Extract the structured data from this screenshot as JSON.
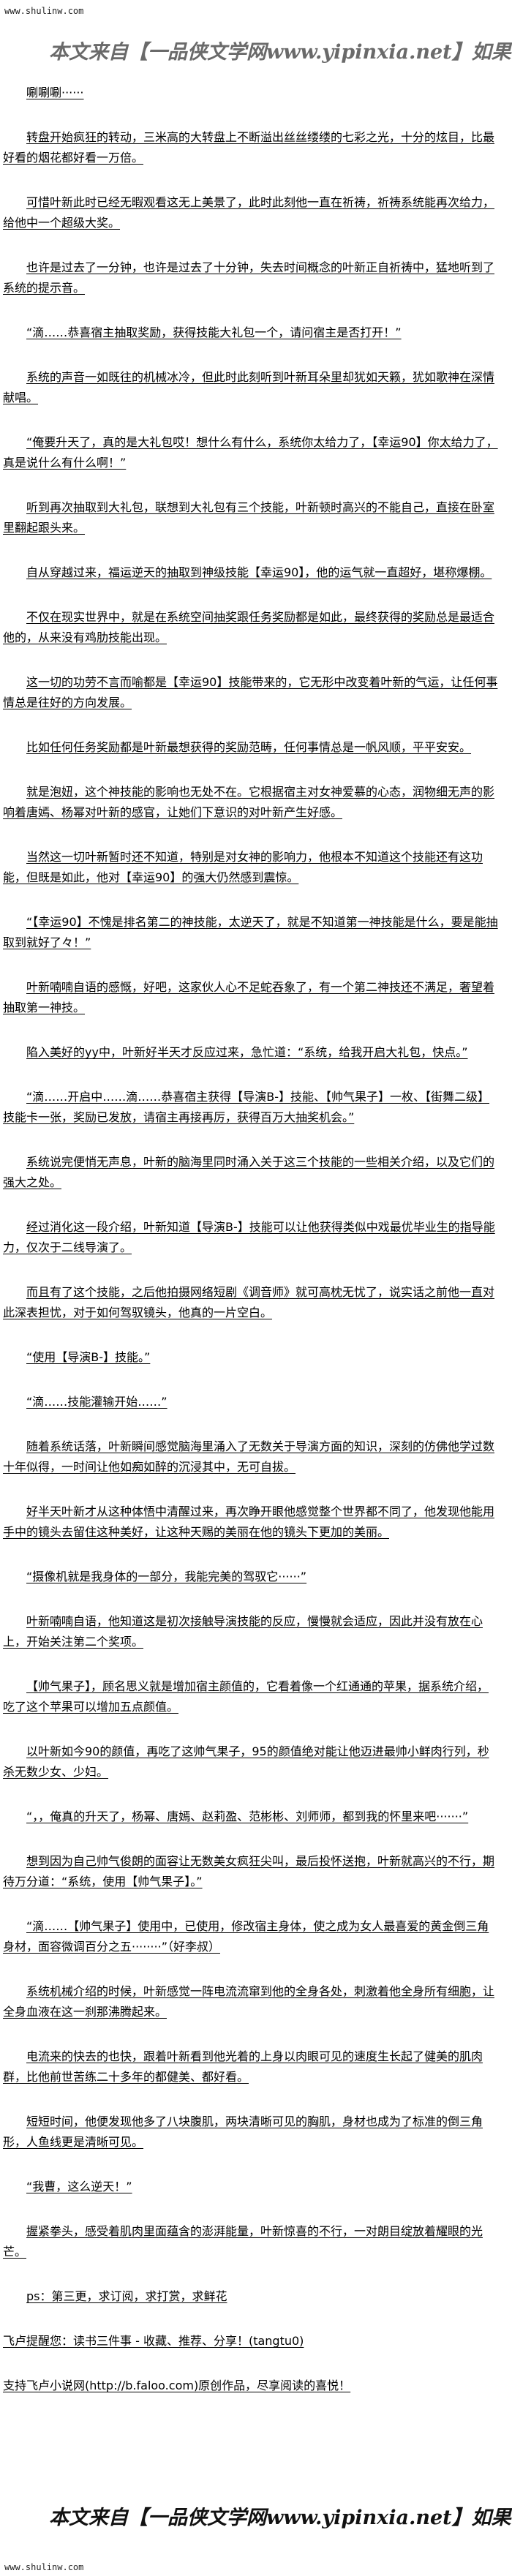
{
  "site": {
    "url": "www.shulinw.com"
  },
  "banner": {
    "text": "本文来自【一品侠文学网www.yipinxia.net】如果你想看完整版小说，请"
  },
  "paragraphs": [
    {
      "indent": true,
      "text": "唰唰唰······"
    },
    {
      "indent": true,
      "text": "转盘开始疯狂的转动，三米高的大转盘上不断溢出丝丝缕缕的七彩之光，十分的炫目，比最好看的烟花都好看一万倍。"
    },
    {
      "indent": true,
      "text": "可惜叶新此时已经无暇观看这无上美景了，此时此刻他一直在祈祷，祈祷系统能再次给力，给他中一个超级大奖。"
    },
    {
      "indent": true,
      "text": "也许是过去了一分钟，也许是过去了十分钟，失去时间概念的叶新正自祈祷中，猛地听到了系统的提示音。"
    },
    {
      "indent": true,
      "text": "“滴……恭喜宿主抽取奖励，获得技能大礼包一个，请问宿主是否打开！”"
    },
    {
      "indent": true,
      "text": "系统的声音一如既往的机械冰冷，但此时此刻听到叶新耳朵里却犹如天籁，犹如歌神在深情献唱。"
    },
    {
      "indent": true,
      "text": "“俺要升天了，真的是大礼包哎！想什么有什么，系统你太给力了，【幸运90】你太给力了，真是说什么有什么啊！”"
    },
    {
      "indent": true,
      "text": "听到再次抽取到大礼包，联想到大礼包有三个技能，叶新顿时高兴的不能自己，直接在卧室里翻起跟头来。"
    },
    {
      "indent": true,
      "text": "自从穿越过来，福运逆天的抽取到神级技能【幸运90】，他的运气就一直超好，堪称爆棚。"
    },
    {
      "indent": true,
      "text": "不仅在现实世界中，就是在系统空间抽奖跟任务奖励都是如此，最终获得的奖励总是最适合他的，从来没有鸡肋技能出现。"
    },
    {
      "indent": true,
      "text": "这一切的功劳不言而喻都是【幸运90】技能带来的，它无形中改变着叶新的气运，让任何事情总是往好的方向发展。"
    },
    {
      "indent": true,
      "text": "比如任何任务奖励都是叶新最想获得的奖励范畴，任何事情总是一帆风顺，平平安安。"
    },
    {
      "indent": true,
      "text": "就是泡妞，这个神技能的影响也无处不在。它根据宿主对女神爱慕的心态，润物细无声的影响着唐嫣、杨幂对叶新的感官，让她们下意识的对叶新产生好感。"
    },
    {
      "indent": true,
      "text": "当然这一切叶新暂时还不知道，特别是对女神的影响力，他根本不知道这个技能还有这功能，但既是如此，他对【幸运90】的强大仍然感到震惊。"
    },
    {
      "indent": true,
      "text": "“【幸运90】不愧是排名第二的神技能，太逆天了，就是不知道第一神技能是什么，要是能抽取到就好了々！”"
    },
    {
      "indent": true,
      "text": "叶新喃喃自语的感慨，好吧，这家伙人心不足蛇吞象了，有一个第二神技还不满足，奢望着抽取第一神技。"
    },
    {
      "indent": true,
      "text": "陷入美好的yy中，叶新好半天才反应过来，急忙道：“系统，给我开启大礼包，快点。”"
    },
    {
      "indent": true,
      "text": "“滴……开启中……滴……恭喜宿主获得【导演B-】技能、【帅气果子】一枚、【街舞二级】技能卡一张，奖励已发放，请宿主再接再厉，获得百万大抽奖机会。”"
    },
    {
      "indent": true,
      "text": "系统说完便悄无声息，叶新的脑海里同时涌入关于这三个技能的一些相关介绍，以及它们的强大之处。"
    },
    {
      "indent": true,
      "text": "经过消化这一段介绍，叶新知道【导演B-】技能可以让他获得类似中戏最优毕业生的指导能力，仅次于二线导演了。"
    },
    {
      "indent": true,
      "text": "而且有了这个技能，之后他拍摄网络短剧《调音师》就可高枕无忧了，说实话之前他一直对此深表担忧，对于如何驾驭镜头，他真的一片空白。"
    },
    {
      "indent": true,
      "text": "“使用【导演B-】技能。”"
    },
    {
      "indent": true,
      "text": "“滴……技能灌输开始……”"
    },
    {
      "indent": true,
      "text": "随着系统话落，叶新瞬间感觉脑海里涌入了无数关于导演方面的知识，深刻的仿佛他学过数十年似得，一时间让他如痴如醉的沉浸其中，无可自拔。"
    },
    {
      "indent": true,
      "text": "好半天叶新才从这种体悟中清醒过来，再次睁开眼他感觉整个世界都不同了，他发现他能用手中的镜头去留住这种美好，让这种天赐的美丽在他的镜头下更加的美丽。"
    },
    {
      "indent": true,
      "text": "“摄像机就是我身体的一部分，我能完美的驾驭它······”"
    },
    {
      "indent": true,
      "text": "叶新喃喃自语，他知道这是初次接触导演技能的反应，慢慢就会适应，因此并没有放在心上，开始关注第二个奖项。"
    },
    {
      "indent": true,
      "text": "【帅气果子】，顾名思义就是增加宿主颜值的，它看着像一个红通通的苹果，据系统介绍，吃了这个苹果可以增加五点颜值。"
    },
    {
      "indent": true,
      "text": "以叶新如今90的颜值，再吃了这帅气果子，95的颜值绝对能让他迈进最帅小鲜肉行列，秒杀无数少女、少妇。"
    },
    {
      "indent": true,
      "text": "“，，俺真的升天了，杨幂、唐嫣、赵莉盈、范彬彬、刘师师，都到我的怀里来吧·······”"
    },
    {
      "indent": true,
      "text": "想到因为自己帅气俊朗的面容让无数美女疯狂尖叫，最后投怀送抱，叶新就高兴的不行，期待万分道：“系统，使用【帅气果子】。”"
    },
    {
      "indent": true,
      "text": "“滴……【帅气果子】使用中，已使用，修改宿主身体，使之成为女人最喜爱的黄金倒三角身材，面容微调百分之五········”（好李叔）"
    },
    {
      "indent": true,
      "text": "系统机械介绍的时候，叶新感觉一阵电流流窜到他的全身各处，刺激着他全身所有细胞，让全身血液在这一刹那沸腾起来。"
    },
    {
      "indent": true,
      "text": "电流来的快去的也快，跟着叶新看到他光着的上身以肉眼可见的速度生长起了健美的肌肉群，比他前世苦练二十多年的都健美、都好看。"
    },
    {
      "indent": true,
      "text": "短短时间，他便发现他多了八块腹肌，两块清晰可见的胸肌，身材也成为了标准的倒三角形，人鱼线更是清晰可见。"
    },
    {
      "indent": true,
      "text": "“我曹，这么逆天！”"
    },
    {
      "indent": true,
      "text": "握紧拳头，感受着肌肉里面蕴含的澎湃能量，叶新惊喜的不行，一对朗目绽放着耀眼的光芒。"
    },
    {
      "indent": true,
      "text": "ps：第三更，求订阅，求打赏，求鲜花"
    },
    {
      "indent": false,
      "text": "飞卢提醒您：读书三件事 - 收藏、推荐、分享！(tangtu0)"
    },
    {
      "indent": false,
      "text": "支持飞卢小说网(http://b.faloo.com)原创作品，尽享阅读的喜悦！"
    }
  ]
}
